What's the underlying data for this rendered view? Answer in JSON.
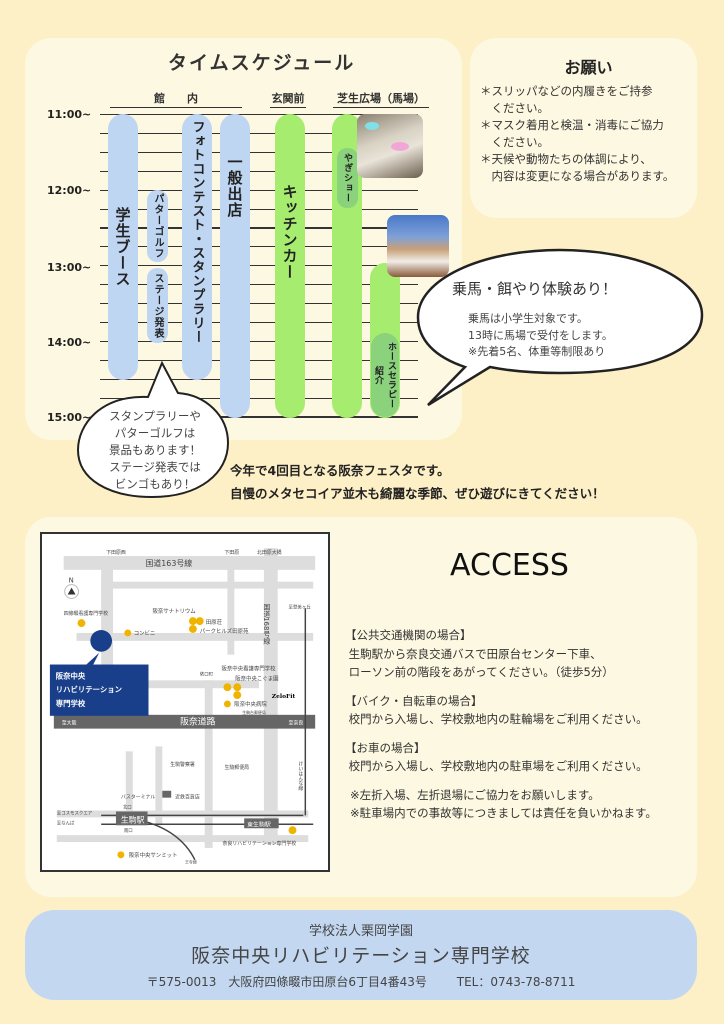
{
  "schedule": {
    "title": "タイムスケジュール",
    "headers": {
      "indoor": "館　　内",
      "entrance": "玄関前",
      "lawn": "芝生広場（馬場）"
    },
    "times": [
      "11:00~",
      "12:00~",
      "13:00~",
      "14:00~",
      "15:00~"
    ],
    "events": {
      "student_booth": "学生ブース",
      "putter_golf": "パターゴルフ",
      "stage": "ステージ発表",
      "photo_contest": "フォトコンテスト・スタンプラリー",
      "general_shops": "一般出店",
      "kitchen_car": "キッチンカー",
      "goat_show": "やぎショー",
      "horse_therapy_1": "ホースセラピー",
      "horse_therapy_2": "紹介"
    },
    "bubble_left": [
      "スタンプラリーや",
      "パターゴルフは",
      "景品もあります！",
      "ステージ発表では",
      "ビンゴもあり！"
    ],
    "bubble_right": {
      "title": "乗馬・餌やり体験あり！",
      "lines": [
        "乗馬は小学生対象です。",
        "13時に馬場で受付をします。",
        "※先着5名、体重等制限あり"
      ]
    }
  },
  "request": {
    "title": "お願い",
    "items": [
      [
        "＊スリッパなどの内履きをご持参",
        "　ください。"
      ],
      [
        "＊マスク着用と検温・消毒にご協力",
        "　ください。"
      ],
      [
        "＊天候や動物たちの体調により、",
        "　内容は変更になる場合があります。"
      ]
    ]
  },
  "intro": [
    "今年で4回目となる阪奈フェスタです。",
    "自慢のメタセコイア並木も綺麗な季節、ぜひ遊びにきてください！"
  ],
  "access": {
    "title": "ACCESS",
    "sections": [
      {
        "heading": "【公共交通機関の場合】",
        "body": " 生駒駅から奈良交通バスで田原台センター下車、\n ローソン前の階段をあがってください。（徒歩5分）"
      },
      {
        "heading": "【バイク・自転車の場合】",
        "body": " 校門から入場し、学校敷地内の駐輪場をご利用ください。"
      },
      {
        "heading": "【お車の場合】",
        "body": " 校門から入場し、学校敷地内の駐車場をご利用ください。"
      }
    ],
    "notes": [
      "※左折入場、左折退場にご協力をお願いします。",
      "※駐車場内での事故等につきましては責任を負いかねます。"
    ],
    "map": {
      "school_label": [
        "阪奈中央",
        "リハビリテーション",
        "専門学校"
      ],
      "roads": {
        "r163": "国道163号線",
        "r168": "国道168号線",
        "hanna": "阪奈道路"
      },
      "labels": [
        "下田原西",
        "下田原",
        "北田原大橋",
        "四條畷看護専門学校",
        "阪奈サナトリウム",
        "田原荘",
        "パークヒルズ田原苑",
        "コンビニ",
        "至登美ヶ丘",
        "阪奈中央看護専門学校",
        "阪奈中央こぐま園",
        "ZeloFit",
        "阪奈中央病院",
        "生駒台郵便局",
        "俵口町",
        "至大阪",
        "至奈良",
        "生駒警察署",
        "生駒郵便局",
        "バスターミナル",
        "近鉄百貨店",
        "北口",
        "至コスモスクエア",
        "至なんば",
        "生駒駅",
        "南口",
        "東生駒駅",
        "奈良リハビリテーション専門学校",
        "阪奈中央サンミット",
        "王寺線",
        "けいはんな線",
        "N"
      ]
    }
  },
  "footer": {
    "org": "学校法人栗岡学園",
    "school": "阪奈中央リハビリテーション専門学校",
    "address": "〒575-0013　大阪府四條畷市田原台6丁目4番43号",
    "tel": "TEL：0743-78-8711"
  },
  "colors": {
    "bg": "#fdefc6",
    "panel": "#fdf8e1",
    "blue": "#bfd6f2",
    "green": "#a6ec6e",
    "navy": "#1a3f8a",
    "footer": "#c3d7f1"
  }
}
